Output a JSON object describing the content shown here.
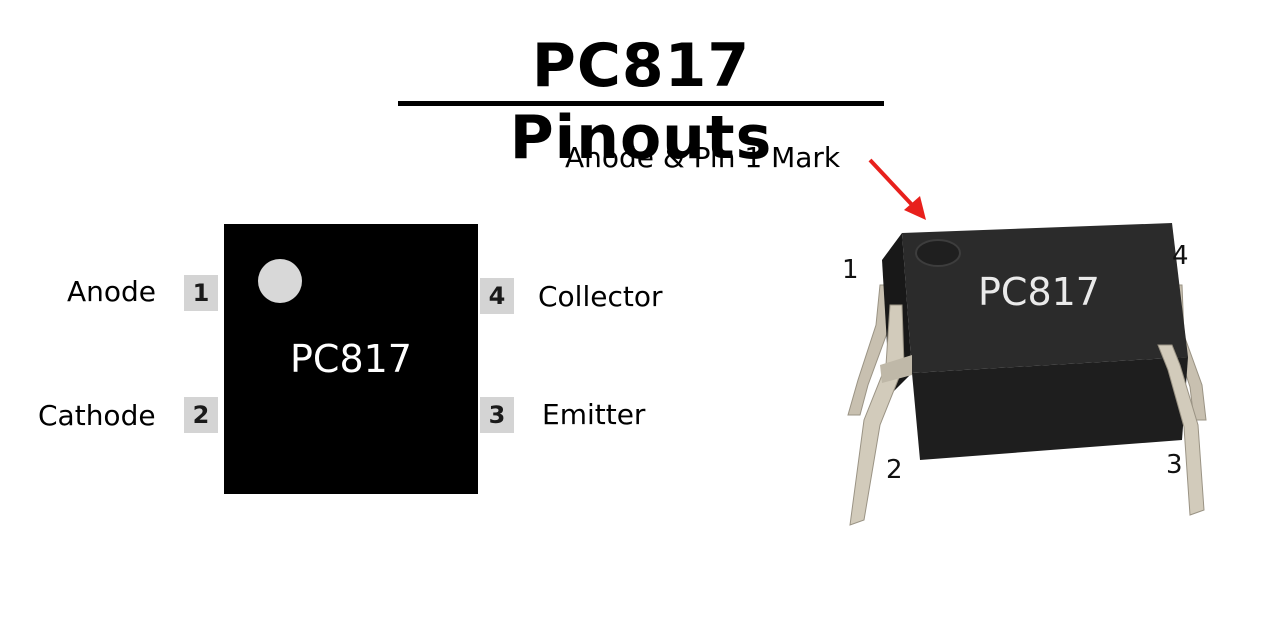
{
  "title": "PC817 Pinouts",
  "schematic": {
    "chip_label": "PC817",
    "pins": [
      {
        "number": "1",
        "name": "Anode"
      },
      {
        "number": "2",
        "name": "Cathode"
      },
      {
        "number": "3",
        "name": "Emitter"
      },
      {
        "number": "4",
        "name": "Collector"
      }
    ]
  },
  "photo": {
    "chip_label": "PC817",
    "callout": "Anode & Pin 1 Mark",
    "pin_numbers": [
      "1",
      "2",
      "3",
      "4"
    ],
    "callout_arrow_color": "#e8201c"
  }
}
